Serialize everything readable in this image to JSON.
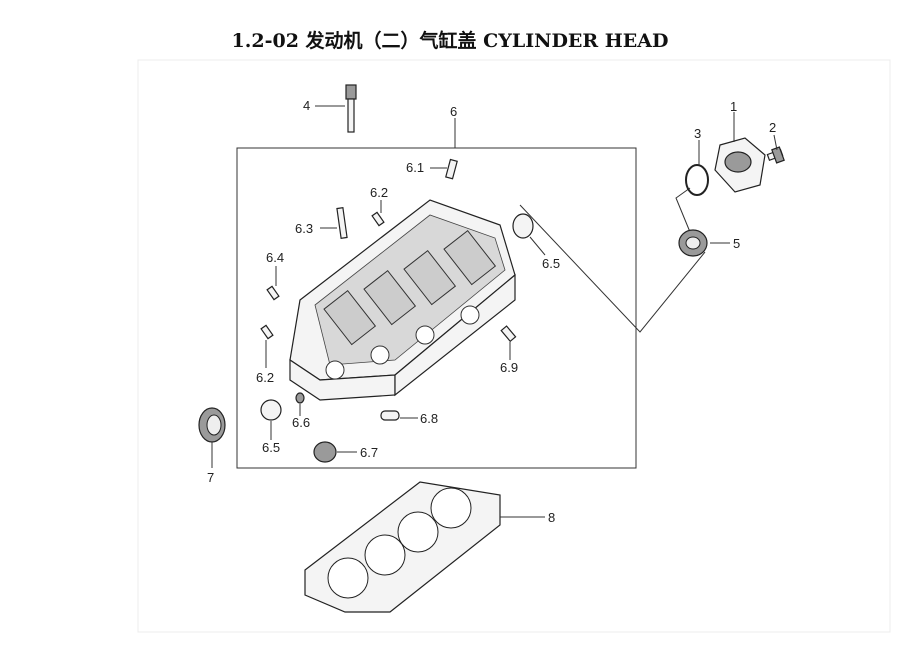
{
  "title": "1.2-02 发动机（二）气缸盖 CYLINDER HEAD",
  "callouts": {
    "p1": "1",
    "p2": "2",
    "p3": "3",
    "p4": "4",
    "p5": "5",
    "p6": "6",
    "p6_1": "6.1",
    "p6_2a": "6.2",
    "p6_2b": "6.2",
    "p6_3": "6.3",
    "p6_4": "6.4",
    "p6_5a": "6.5",
    "p6_5b": "6.5",
    "p6_6": "6.6",
    "p6_7": "6.7",
    "p6_8": "6.8",
    "p6_9": "6.9",
    "p7": "7",
    "p8": "8"
  }
}
